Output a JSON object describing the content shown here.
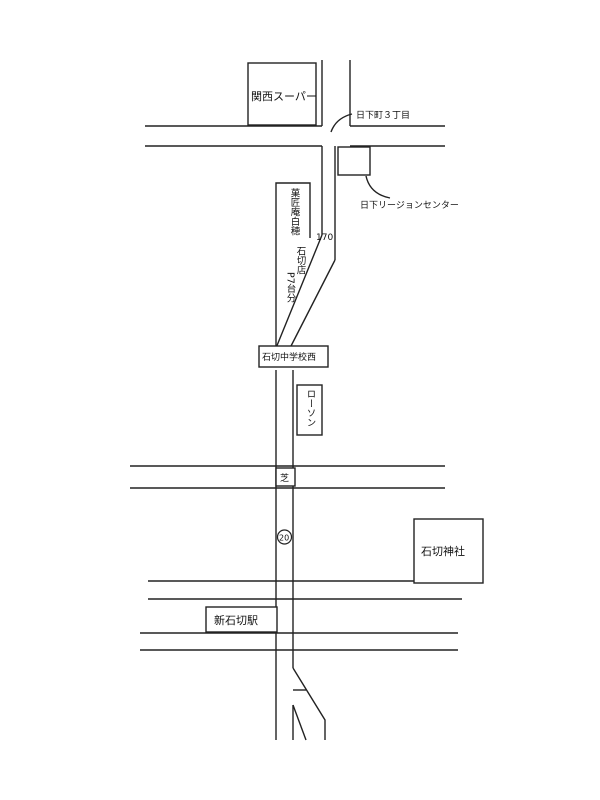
{
  "map": {
    "landmarks": {
      "kansai_super": "関西スーパー",
      "kusaka_3chome": "日下町３丁目",
      "kusaka_region_center": "日下リージョンセンター",
      "route_170": "170",
      "shop_name": "菓匠庵白穂",
      "shop_branch": "石切店",
      "parking": "P7台分",
      "ishikiri_chugakko_nishi": "石切中学校西",
      "lawson": "ローソン",
      "shiba": "芝",
      "route_20": "20",
      "ishikiri_jinja": "石切神社",
      "shin_ishikiri_station": "新石切駅"
    }
  }
}
